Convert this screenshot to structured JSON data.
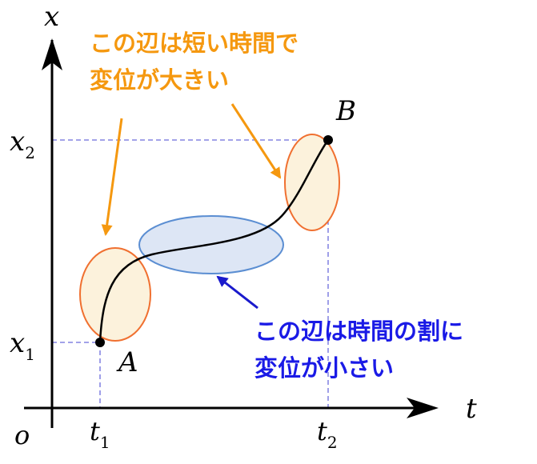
{
  "axes": {
    "y_label": "x",
    "x_label": "t",
    "origin": "o"
  },
  "ticks": {
    "t1": "t",
    "t1_sub": "1",
    "t2": "t",
    "t2_sub": "2",
    "x1": "x",
    "x1_sub": "1",
    "x2": "x",
    "x2_sub": "2"
  },
  "points": {
    "a": "A",
    "b": "B"
  },
  "annotations": {
    "steep": {
      "line1": "この辺は短い時間で",
      "line2": "変位が大きい"
    },
    "flat": {
      "line1": "この辺は時間の割に",
      "line2": "変位が小さい"
    }
  },
  "colors": {
    "orange": "#f5980f",
    "blue": "#1a1ae6",
    "ellipse_fill": "#fcf2dc",
    "ellipse_stroke": "#f07030",
    "blue_fill": "#dde6f5",
    "blue_stroke": "#5b8ed2",
    "dash": "#6b6bdc"
  }
}
